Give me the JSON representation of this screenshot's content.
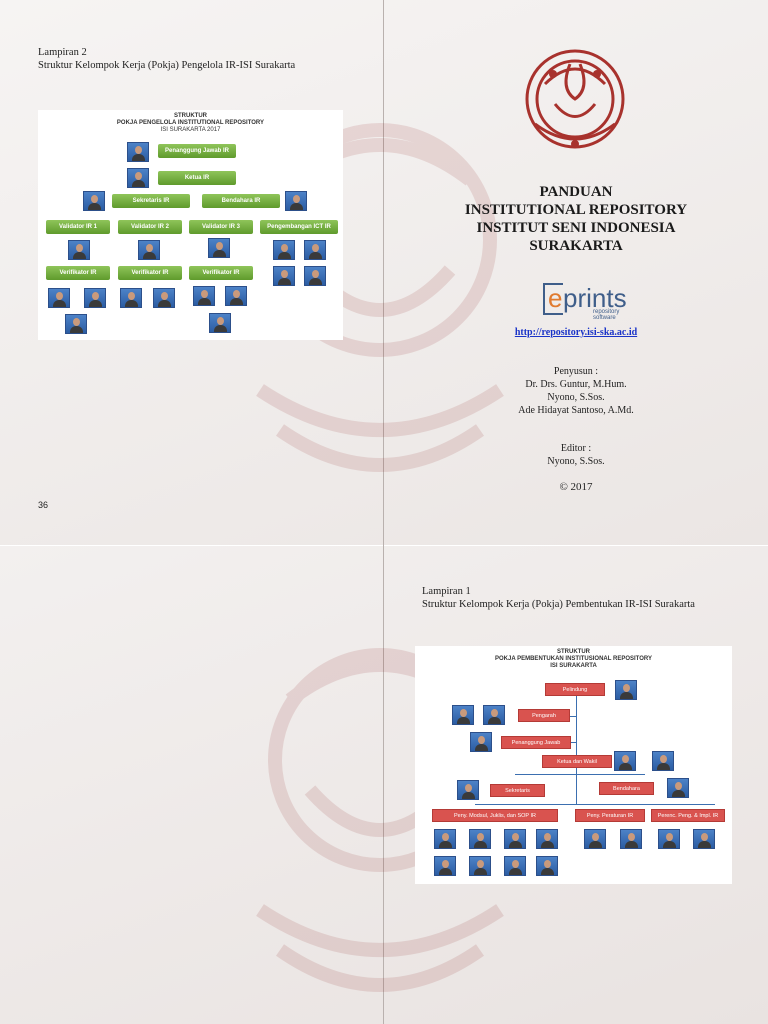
{
  "top_left": {
    "caption_line1": "Lampiran 2",
    "caption_line2": "Struktur Kelompok Kerja (Pokja) Pengelola IR-ISI Surakarta",
    "page_number": "36",
    "chart": {
      "title1": "STRUKTUR",
      "title2": "POKJA PENGELOLA INSTITUTIONAL REPOSITORY",
      "title3": "ISI SURAKARTA 2017",
      "boxes": [
        "Penanggung Jawab IR",
        "Ketua IR",
        "Sekretaris IR",
        "Bendahara IR",
        "Validator IR 1",
        "Validator IR 2",
        "Validator IR 3",
        "Pengembangan ICT IR",
        "Verifikator IR",
        "Verifikator IR",
        "Verifikator IR"
      ]
    }
  },
  "cover": {
    "title_line1": "PANDUAN",
    "title_line2": "INSTITUTIONAL REPOSITORY",
    "title_line3": "INSTITUT SENI INDONESIA",
    "title_line4": "SURAKARTA",
    "logo_e": "e",
    "logo_text": "prints",
    "logo_sub": "repository software",
    "url": "http://repository.isi-ska.ac.id",
    "penyusun_label": "Penyusun :",
    "penyusun": [
      "Dr. Drs. Guntur, M.Hum.",
      "Nyono, S.Sos.",
      "Ade Hidayat Santoso, A.Md."
    ],
    "editor_label": "Editor :",
    "editor": "Nyono, S.Sos.",
    "copyright": "© 2017"
  },
  "bottom_right": {
    "caption_line1": "Lampiran 1",
    "caption_line2": "Struktur Kelompok Kerja (Pokja) Pembentukan IR-ISI Surakarta",
    "chart": {
      "title1": "STRUKTUR",
      "title2": "POKJA PEMBENTUKAN INSTITUSIONAL REPOSITORY",
      "title3": "ISI SURAKARTA",
      "boxes": [
        "Pelindung",
        "Pengarah",
        "Penanggung Jawab",
        "Ketua dan Wakil",
        "Sekretaris",
        "Bendahara",
        "Peny. Modsul, Juklis, dan SOP IR",
        "Peny. Peraturan IR",
        "Perenc. Peng. & Impl. IR"
      ]
    }
  },
  "colors": {
    "accent_red": "#a8322d",
    "box_green": "#6aa53a",
    "box_red": "#d9534f",
    "link_blue": "#1a33c8"
  }
}
